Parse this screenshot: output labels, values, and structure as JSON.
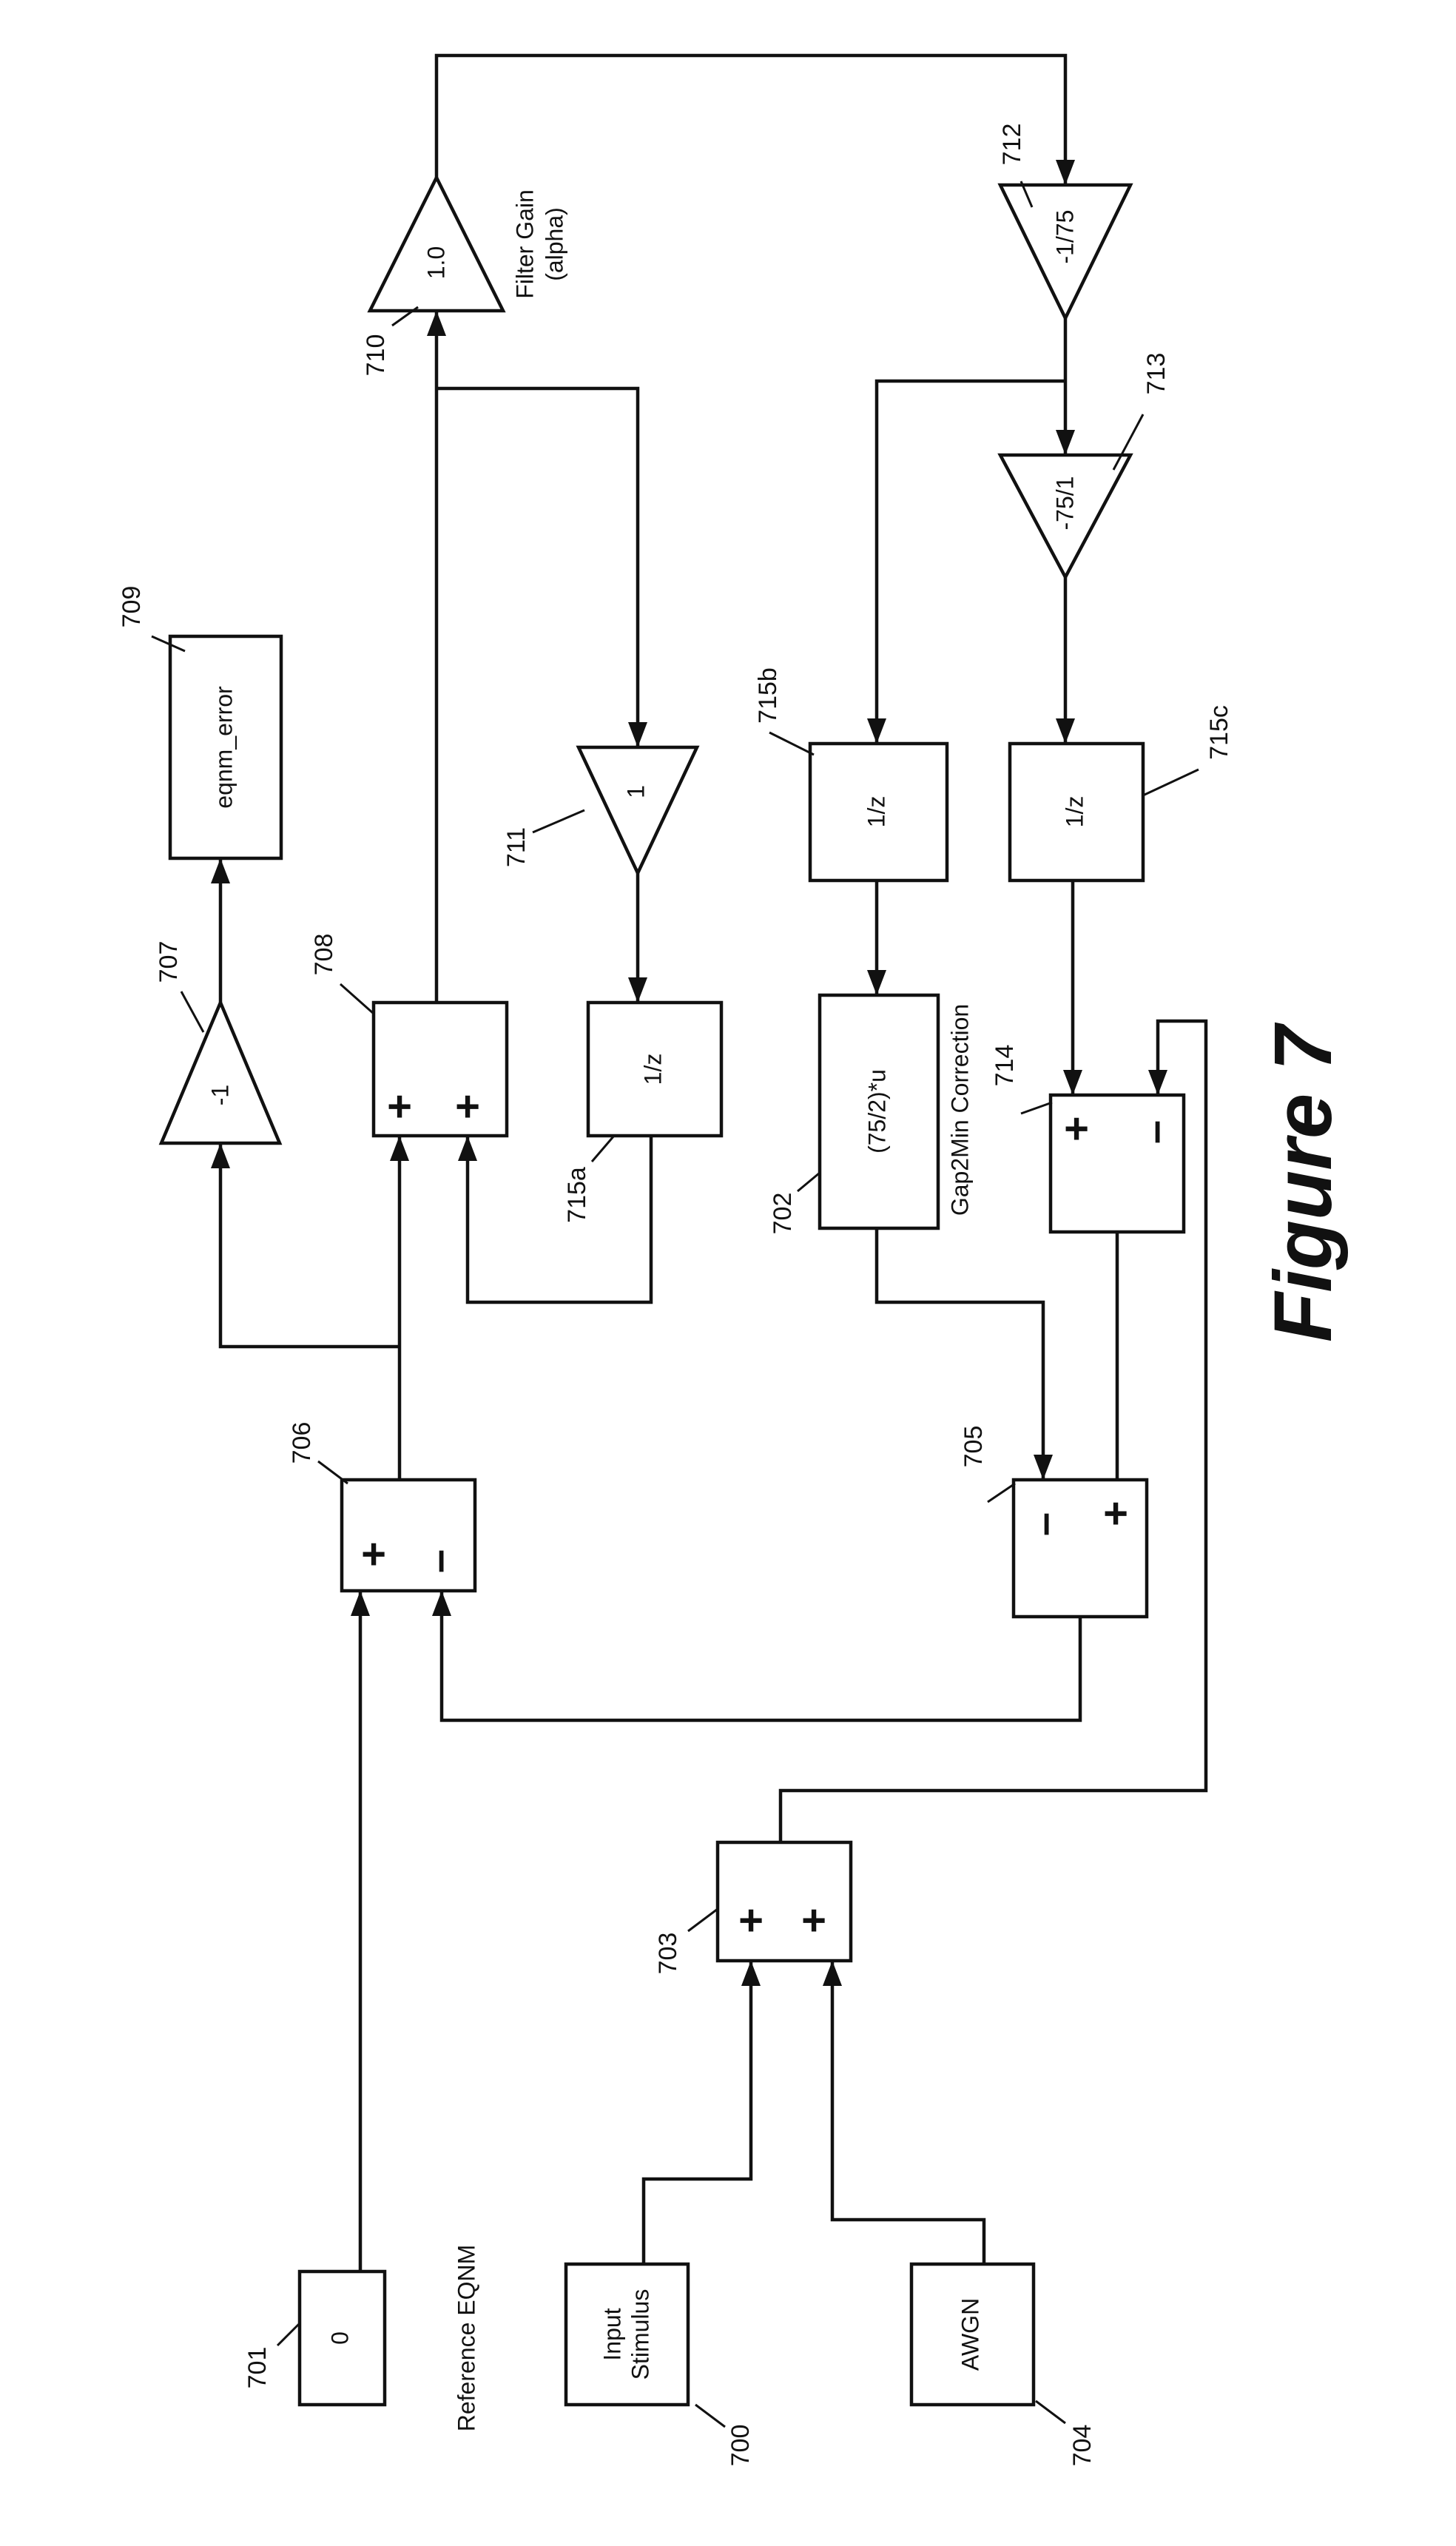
{
  "figure_title": "Figure 7",
  "blocks": {
    "b700": {
      "ref": "700",
      "line1": "Input",
      "line2": "Stimulus"
    },
    "b701": {
      "ref": "701",
      "text": "0",
      "caption": "Reference EQNM"
    },
    "b702": {
      "ref": "702",
      "text": "(75/2)*u",
      "caption": "Gap2Min Correction"
    },
    "b703": {
      "ref": "703",
      "s1": "+",
      "s2": "+"
    },
    "b704": {
      "ref": "704",
      "text": "AWGN"
    },
    "b705": {
      "ref": "705",
      "s1": "–",
      "s2": "+"
    },
    "b706": {
      "ref": "706",
      "s1": "+",
      "s2": "–"
    },
    "b707": {
      "ref": "707",
      "text": "-1"
    },
    "b708": {
      "ref": "708",
      "s1": "+",
      "s2": "+"
    },
    "b709": {
      "ref": "709",
      "text": "eqnm_error"
    },
    "b710": {
      "ref": "710",
      "text": "1.0",
      "caption1": "Filter Gain",
      "caption2": "(alpha)"
    },
    "b711": {
      "ref": "711",
      "text": "1"
    },
    "b712": {
      "ref": "712",
      "text": "-1/75"
    },
    "b713": {
      "ref": "713",
      "text": "-75/1"
    },
    "b714": {
      "ref": "714",
      "s1": "+",
      "s2": "–"
    },
    "b715a": {
      "ref": "715a",
      "text": "1/z"
    },
    "b715b": {
      "ref": "715b",
      "text": "1/z"
    },
    "b715c": {
      "ref": "715c",
      "text": "1/z"
    }
  }
}
